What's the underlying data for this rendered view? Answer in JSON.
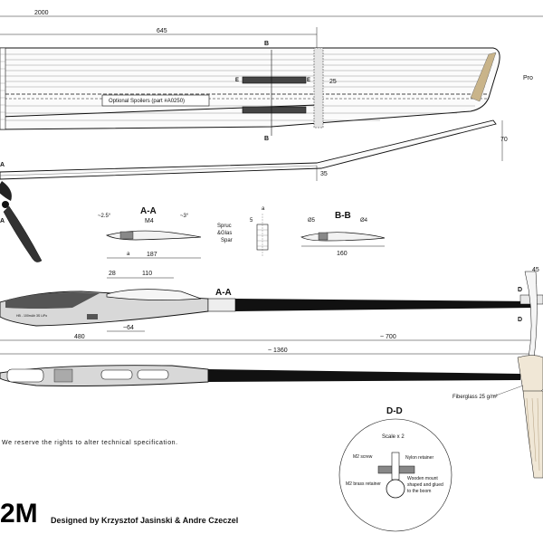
{
  "drawing": {
    "dims": {
      "d2000": "2000",
      "d645": "645",
      "d25": "25",
      "d70": "70",
      "d35": "35",
      "d187": "187",
      "d160": "160",
      "d5": "5",
      "d28": "28",
      "d110": "110",
      "d64": "~64",
      "d480": "480",
      "d700": "~ 700",
      "d1360": "~ 1360",
      "d45": "45",
      "ang_left": "~2.5°",
      "ang_right": "~3°"
    },
    "labels": {
      "spoilers": "Optional Spoilers (part #A0250)",
      "section_bb_top": "B",
      "section_bb_bottom": "B",
      "e_left": "E",
      "e_right": "E",
      "profile": "Pro",
      "a_top": "A",
      "a_bottom": "A",
      "sec_aa": "A-A",
      "sec_bb": "B-B",
      "m4": "M4",
      "a_small": "a",
      "a_small2": "a",
      "spruc1": "Spruc",
      "spruc2": "&Glas",
      "spruc3": "Spar",
      "d5mm": "Ø5",
      "d4mm": "Ø4",
      "aa_boom": "A-A",
      "d_top": "D",
      "d_bottom": "D",
      "fiberglass": "Fiberglass 25 g/m²",
      "sec_dd": "D-D",
      "scale": "Scale x 2",
      "m2screw": "M2 screw",
      "nylon": "Nylon retainer",
      "brass": "M2 brass retainer",
      "wooden1": "Wooden mount",
      "wooden2": "shaped and glued",
      "wooden3": "to the boom",
      "fuse_text": "HB - 100mAh 3S LiPo"
    }
  },
  "footer": {
    "rights": "We reserve the rights to alter technical specification.",
    "logo": "2M",
    "credit": "Designed by Krzysztof Jasinski & Andre Czeczel"
  }
}
